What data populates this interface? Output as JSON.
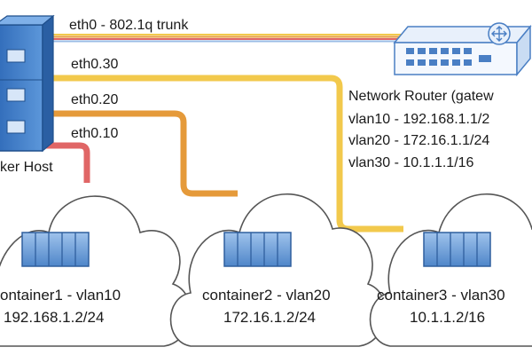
{
  "host": {
    "label": "ker Host",
    "interfaces": {
      "trunk": "eth0 - 802.1q trunk",
      "eth030": "eth0.30",
      "eth020": "eth0.20",
      "eth010": "eth0.10"
    }
  },
  "router": {
    "title": "Network Router (gatew",
    "vlans": [
      "vlan10 - 192.168.1.1/2",
      "vlan20 - 172.16.1.1/24",
      "vlan30 - 10.1.1.1/16"
    ]
  },
  "containers": [
    {
      "name": "ontainer1 - vlan10",
      "ip": "192.168.1.2/24"
    },
    {
      "name": "container2 - vlan20",
      "ip": "172.16.1.2/24"
    },
    {
      "name": "container3 - vlan30",
      "ip": "10.1.1.2/16"
    }
  ],
  "colors": {
    "vlan10": "#e06666",
    "vlan20": "#e59a3a",
    "vlan30": "#f2c94c",
    "host_blue": "#3f7dc8",
    "router_blue": "#5b8fd0",
    "cloud_stroke": "#555555"
  }
}
